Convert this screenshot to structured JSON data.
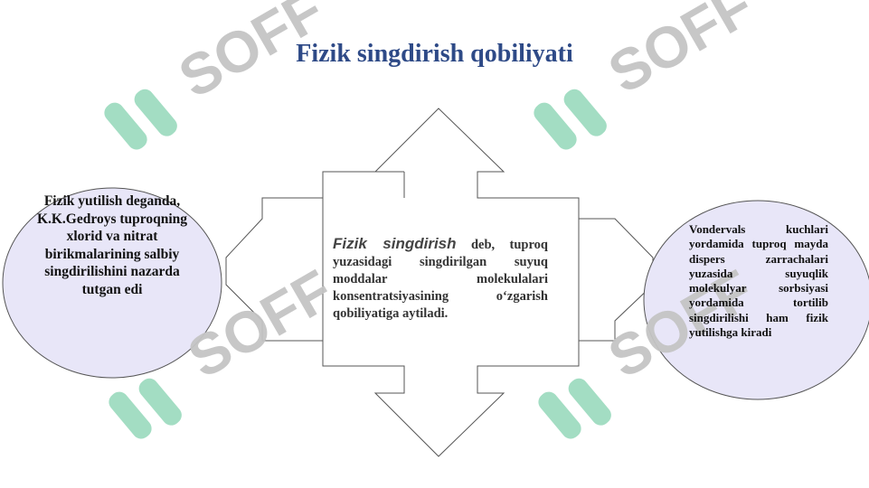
{
  "title": "Fizik singdirish qobiliyati",
  "center": {
    "term": "Fizik singdirish",
    "definition": " deb, tuproq yuzasidagi singdirilgan suyuq moddalar molekulalari konsentratsiyasining o‘zgarish qobiliyatiga aytiladi."
  },
  "left_ellipse": {
    "text": "Fizik yutilish deganda, K.K.Gedroys tuproqning xlorid va nitrat birikmalarining salbiy singdirilishini nazarda tutgan edi"
  },
  "right_ellipse": {
    "text": "Vondervals kuchlari yordamida tuproq mayda dispers zarrachalari yuzasida suyuqlik molekulyar sorbsiyasi yordamida tortilib singdirilishi ham fizik yutilishga kiradi"
  },
  "watermark": {
    "text": "SOFF",
    "logo_color": "#9fdcc0",
    "text_color": "#c4c4c4"
  },
  "colors": {
    "title": "#2e4a87",
    "ellipse_fill": "#e8e6f8",
    "ellipse_stroke": "#555555",
    "arrow_stroke": "#555555"
  }
}
